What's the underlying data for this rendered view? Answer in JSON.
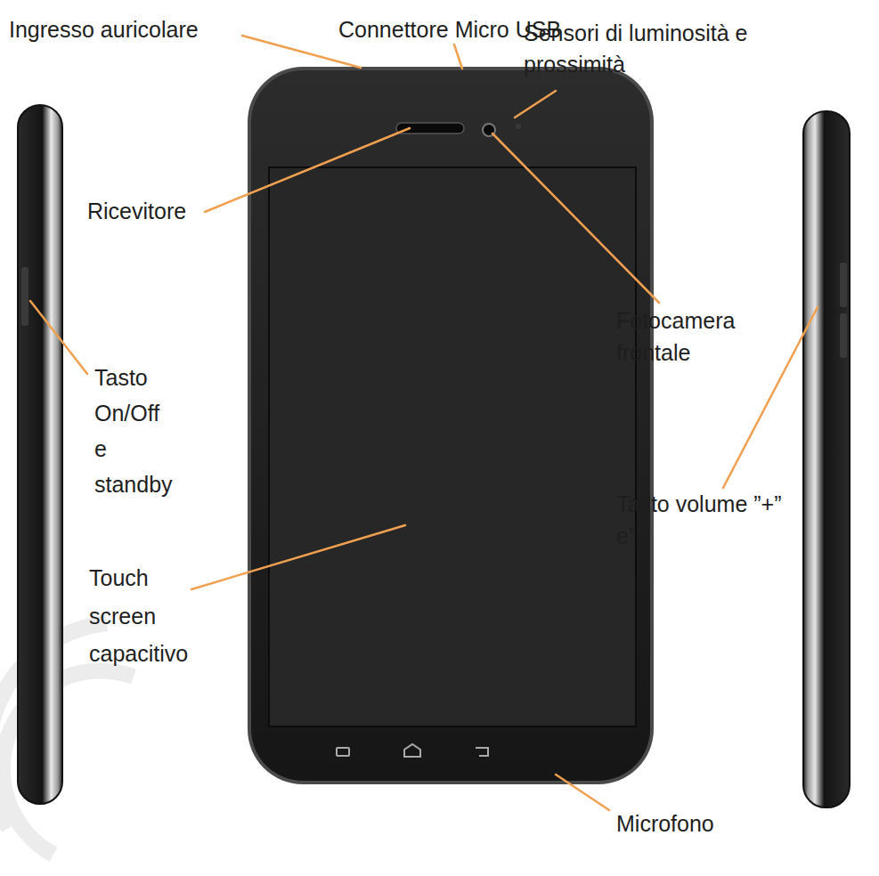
{
  "diagram": {
    "labels": [
      "Ingresso auricolare",
      "Connettore Micro USB",
      "Sensori di luminosità e prossimità",
      "Ricevitore",
      "Fotocamera frontale",
      "Tasto On/Off e standby",
      "Tasto volume ”+” e”-“",
      "Touch screen capacitivo",
      "Microfono"
    ]
  }
}
